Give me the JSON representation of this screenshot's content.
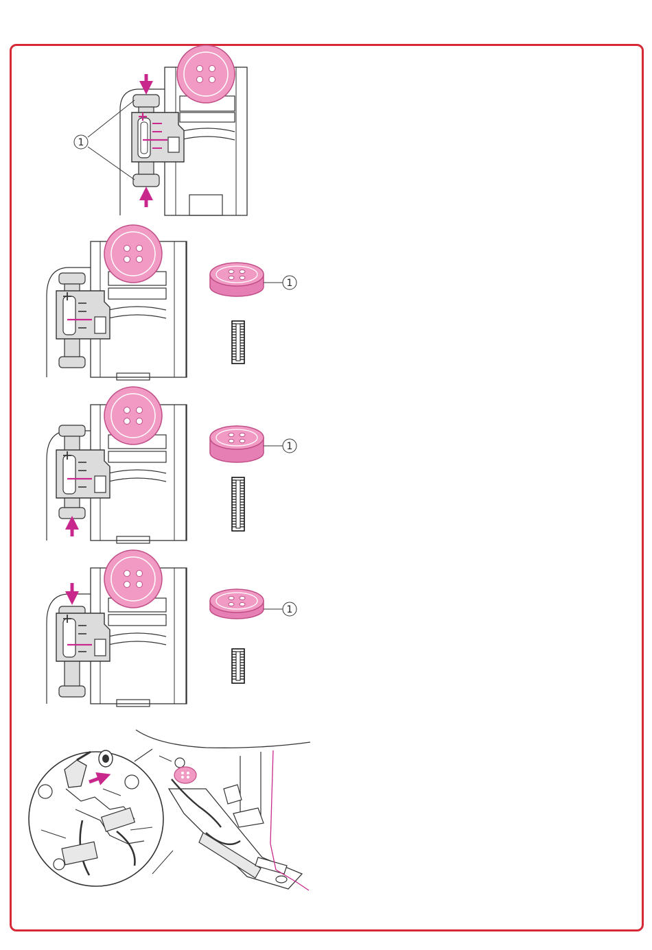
{
  "figures": [
    {
      "id": "fig-1",
      "callout": "1"
    },
    {
      "id": "fig-2",
      "callout": "1"
    },
    {
      "id": "fig-3",
      "callout": "1"
    },
    {
      "id": "fig-4",
      "callout": "1"
    }
  ],
  "colors": {
    "frame": "#d62835",
    "accent": "#c8288c",
    "button": "#f19ac4",
    "button_edge": "#c04d86",
    "foot": "#dcdcdc",
    "line": "#333333"
  }
}
